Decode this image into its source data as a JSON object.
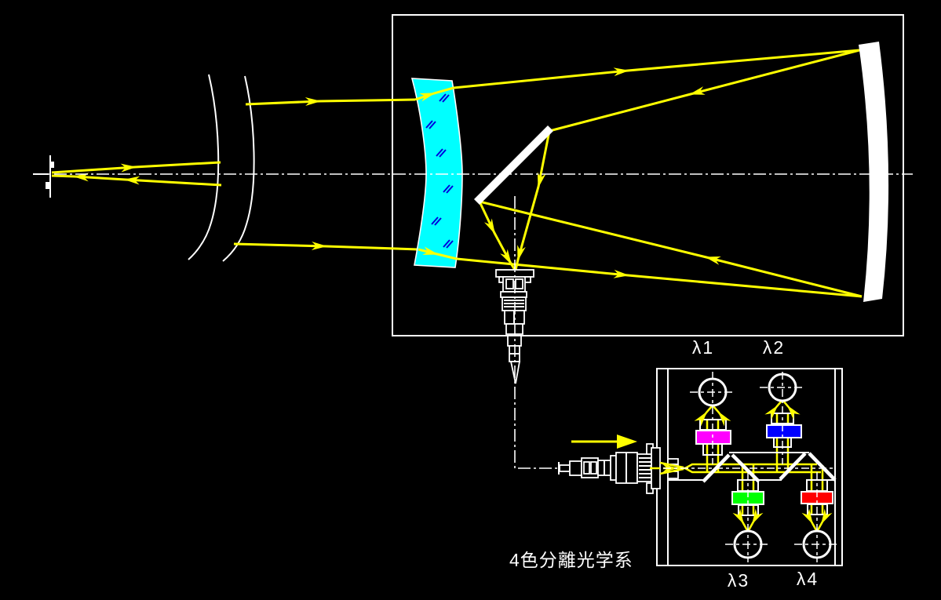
{
  "labels": {
    "lambda1": "λ1",
    "lambda2": "λ2",
    "lambda3": "λ3",
    "lambda4": "λ4"
  },
  "caption": "4色分離光学系",
  "colors": {
    "background": "#000000",
    "line": "#FFFFFF",
    "text": "#FFFFFF",
    "ray": "#FFFF00",
    "lens": "#00FFFF",
    "lens_hatch": "#0000DD",
    "filter_lambda1": "#FF00FF",
    "filter_lambda2": "#0000FF",
    "filter_lambda3": "#00FF00",
    "filter_lambda4": "#FF0000"
  }
}
